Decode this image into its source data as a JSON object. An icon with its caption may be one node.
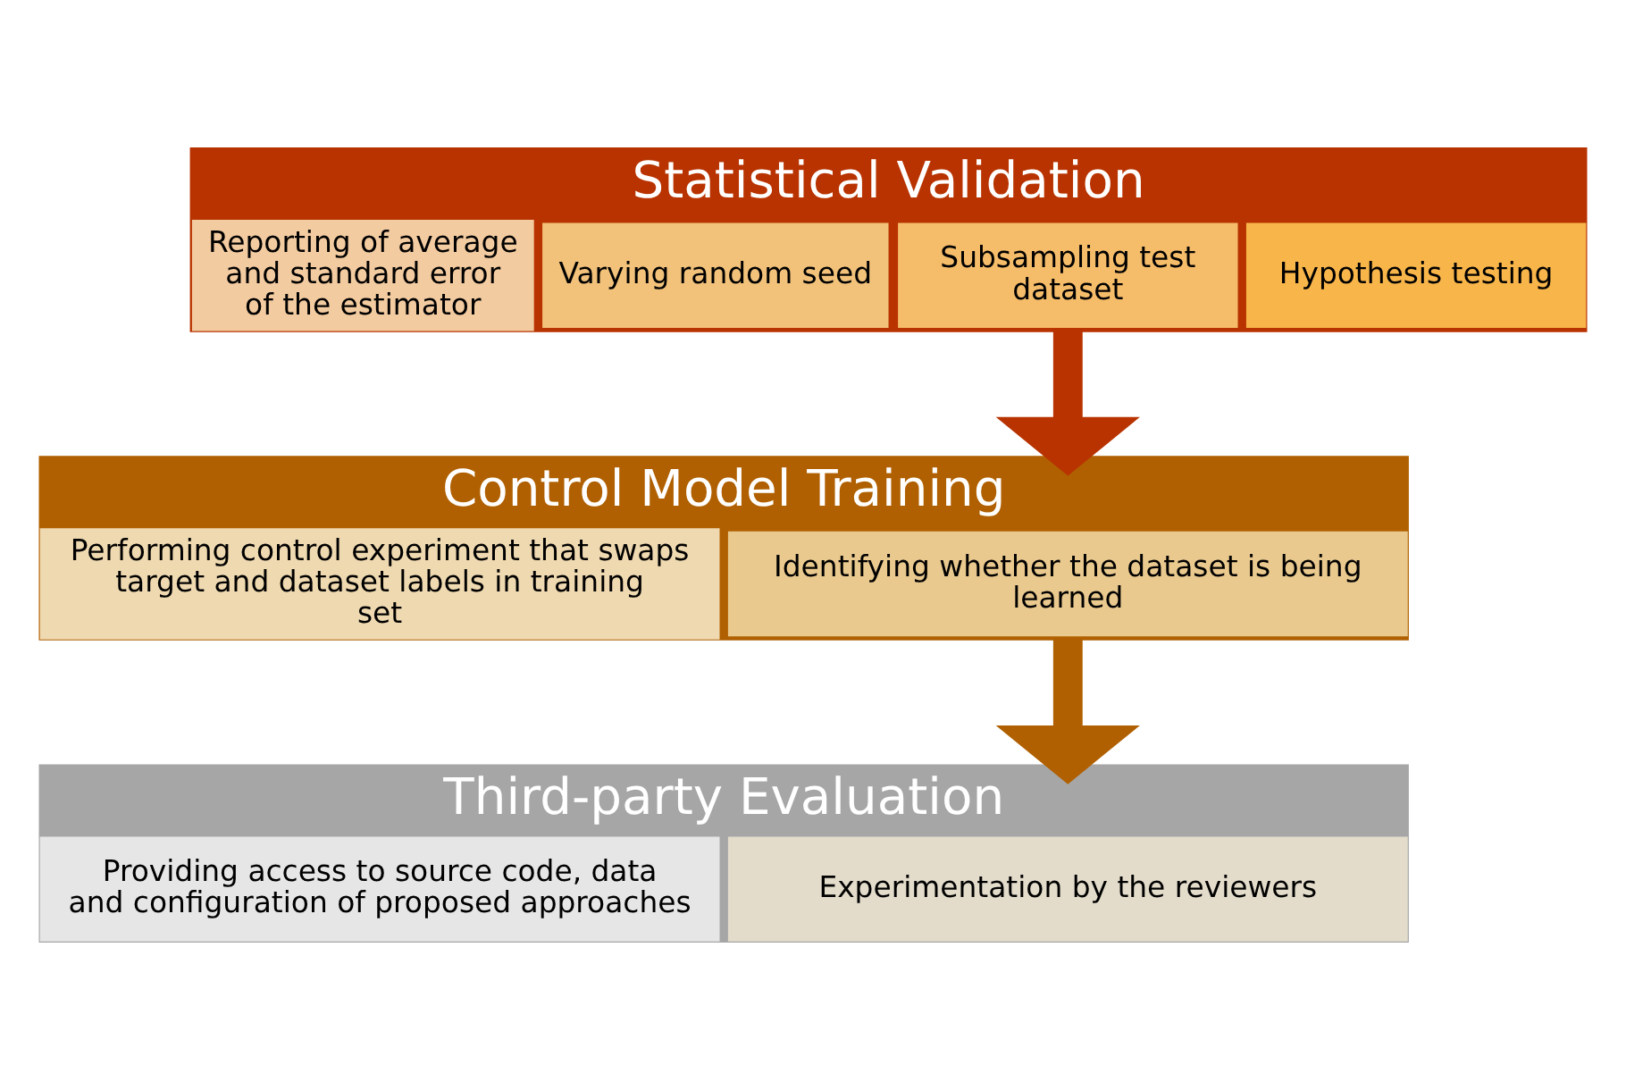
{
  "diagram": {
    "nodes": [
      {
        "text": [
          "Statistical Validation"
        ]
      },
      {
        "text": [
          "Reporting of average and standard error of the estimator"
        ],
        "in": 0
      },
      {
        "text": [
          "Varying random seed"
        ],
        "in": 0
      },
      {
        "text": [
          "Subsampling test dataset"
        ],
        "in": 0
      },
      {
        "text": [
          "Hypothesis testing"
        ],
        "in": 0
      },
      {
        "text": [
          "Control Model Training"
        ]
      },
      {
        "text": [
          "Performing control experiment that swaps target and dataset labels in training set"
        ],
        "in": 5
      },
      {
        "text": [
          "Identifying whether the dataset is being learned"
        ],
        "in": 5
      },
      {
        "text": [
          "Third-party Evaluation"
        ]
      },
      {
        "text": [
          "Providing access to source code, data and configuration of proposed approaches"
        ],
        "in": 8
      },
      {
        "text": [
          "Experimentation by the reviewers"
        ],
        "in": 8
      }
    ],
    "edges": [
      {
        "from": 0,
        "to": 5,
        "arrow": "to",
        "color": "#b83300"
      },
      {
        "from": 5,
        "to": 8,
        "arrow": "to",
        "color": "#b06000"
      }
    ]
  }
}
